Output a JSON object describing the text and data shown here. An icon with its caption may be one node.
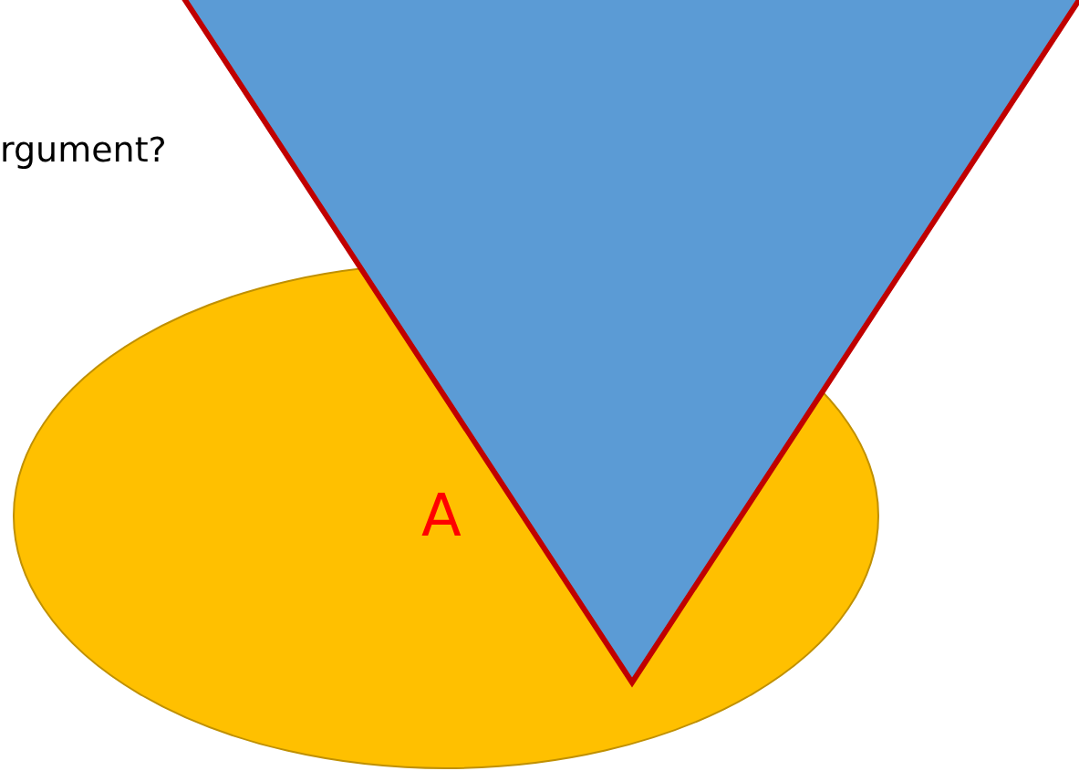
{
  "diagram": {
    "nodes": [
      {
        "text": [
          "A"
        ]
      },
      {
        "text": [],
        "shape": "triangle"
      }
    ],
    "labels": [
      "rgument?"
    ]
  }
}
